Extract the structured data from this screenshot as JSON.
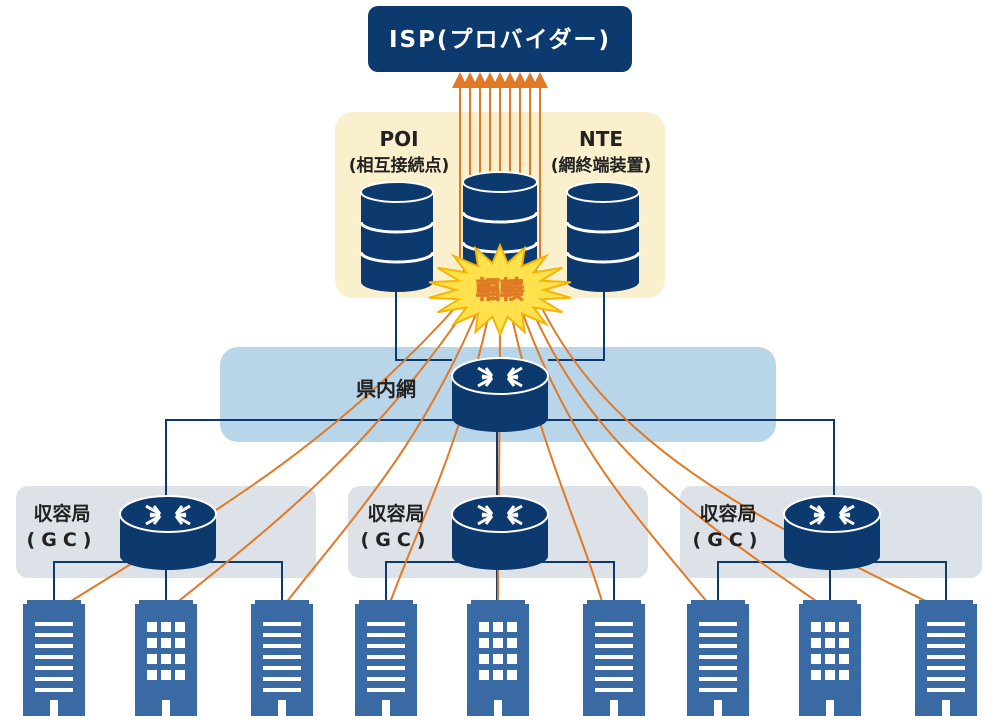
{
  "isp": {
    "label": "ISP(プロバイダー)"
  },
  "poi": {
    "line1": "POI",
    "line2": "(相互接続点)"
  },
  "nte": {
    "line1": "NTE",
    "line2": "(網終端装置)"
  },
  "congestion": {
    "label": "輻輳"
  },
  "prefecture_network": {
    "label": "県内網"
  },
  "exchanges": [
    {
      "line1": "収容局",
      "line2": "(GC)"
    },
    {
      "line1": "収容局",
      "line2": "(GC)"
    },
    {
      "line1": "収容局",
      "line2": "(GC)"
    }
  ],
  "colors": {
    "navy": "#0d3a6e",
    "building": "#3a6aa3",
    "orange_line": "#e07a26",
    "poi_panel": "#fbf0cd",
    "network_band": "#b8d5ea",
    "gc_panel": "#dde2e8",
    "burst": "#ffe04d"
  },
  "icons": [
    "database-icon",
    "router-icon",
    "building-icon",
    "explosion-icon",
    "arrow-up-icon"
  ]
}
